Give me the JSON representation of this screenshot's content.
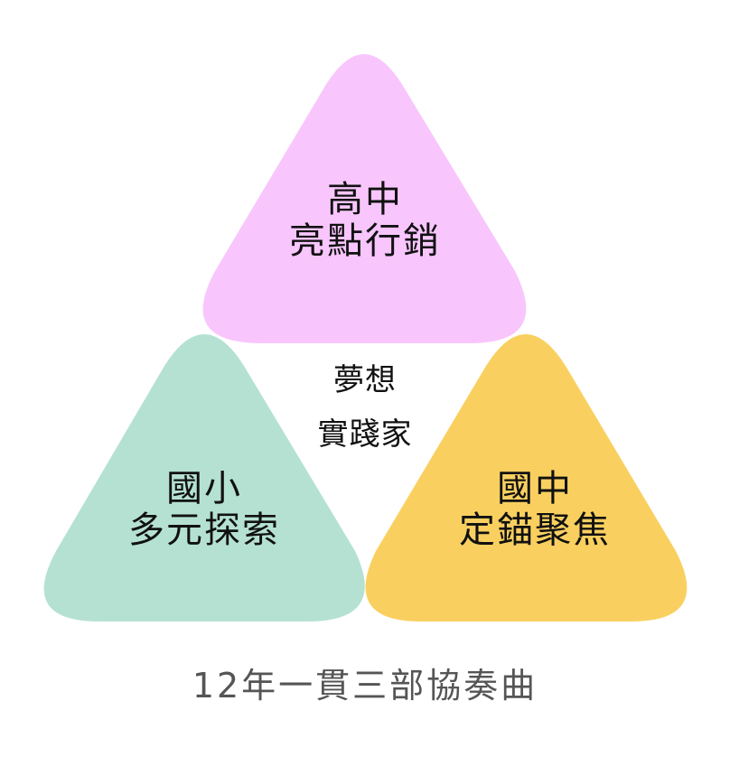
{
  "diagram": {
    "type": "three-triangle cycle",
    "colors": {
      "top": "#f8c6fd",
      "left": "#b5e1d3",
      "right": "#f9d060",
      "text": "#111111",
      "caption": "#555555"
    },
    "top": {
      "line1": "高中",
      "line2": "亮點行銷"
    },
    "left": {
      "line1": "國小",
      "line2": "多元探索"
    },
    "right": {
      "line1": "國中",
      "line2": "定錨聚焦"
    },
    "center": {
      "line1": "夢想",
      "line2": "實踐家"
    },
    "caption": "12年一貫三部協奏曲"
  }
}
